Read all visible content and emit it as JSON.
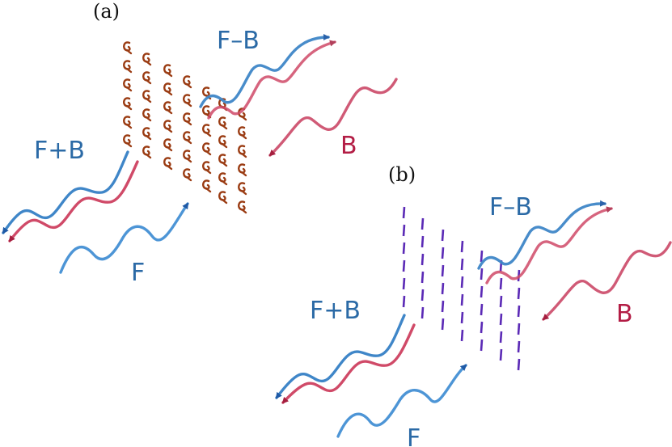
{
  "panels": [
    {
      "label": "(a)",
      "labels": {
        "forward_minus_backward": "F–B",
        "forward_plus_backward": "F+B",
        "backward": "B",
        "forward": "F"
      }
    },
    {
      "label": "(b)",
      "labels": {
        "forward_minus_backward": "F–B",
        "forward_plus_backward": "F+B",
        "backward": "B",
        "forward": "F"
      }
    }
  ],
  "colors": {
    "forward_wave": "#3f86c8",
    "forward_wave_dark": "#2b5f9e",
    "backward_wave": "#d04a68",
    "backward_wave_dark": "#a51f3f",
    "label_blue": "#2b6aa6",
    "label_red": "#b31d45",
    "metasurface_a": "#9a3b12",
    "metasurface_b": "#5b2ab6"
  }
}
